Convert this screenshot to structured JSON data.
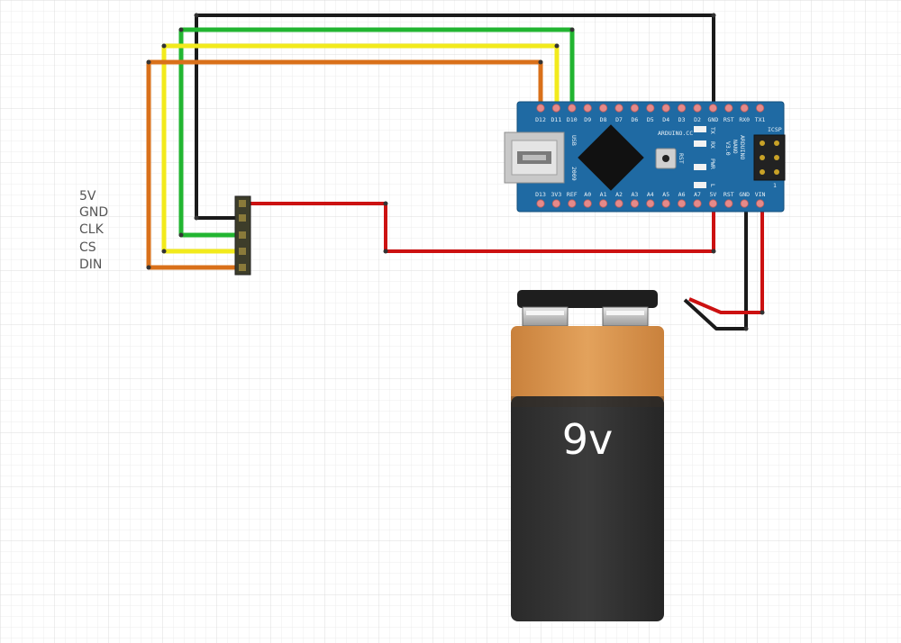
{
  "module_labels": [
    "5V",
    "GND",
    "CLK",
    "CS",
    "DIN"
  ],
  "arduino": {
    "top_pins": [
      "D12",
      "D11",
      "D10",
      "D9",
      "D8",
      "D7",
      "D6",
      "D5",
      "D4",
      "D3",
      "D2",
      "GND",
      "RST",
      "RX0",
      "TX1"
    ],
    "bottom_pins": [
      "D13",
      "3V3",
      "REF",
      "A0",
      "A1",
      "A2",
      "A3",
      "A4",
      "A5",
      "A6",
      "A7",
      "5V",
      "RST",
      "GND",
      "VIN"
    ],
    "usb_label": "USB",
    "year_label": "2009",
    "brand_label": "ARDUINO.CC",
    "name_line1": "ARDUINO",
    "name_line2": "NANO",
    "name_line3": "V3.0",
    "icsp_label": "ICSP",
    "rst_label": "RST",
    "pwr_label": "PWR",
    "led_tx": "TX",
    "led_rx": "RX",
    "led_l": "L",
    "pin1_mark": "1"
  },
  "battery": {
    "label": "9v"
  },
  "wire_colors": {
    "black": "#1a1a1a",
    "green": "#22b531",
    "yellow": "#f2ea1c",
    "orange": "#d9701a",
    "red": "#cc1111"
  },
  "board_color": "#1f6aa3"
}
